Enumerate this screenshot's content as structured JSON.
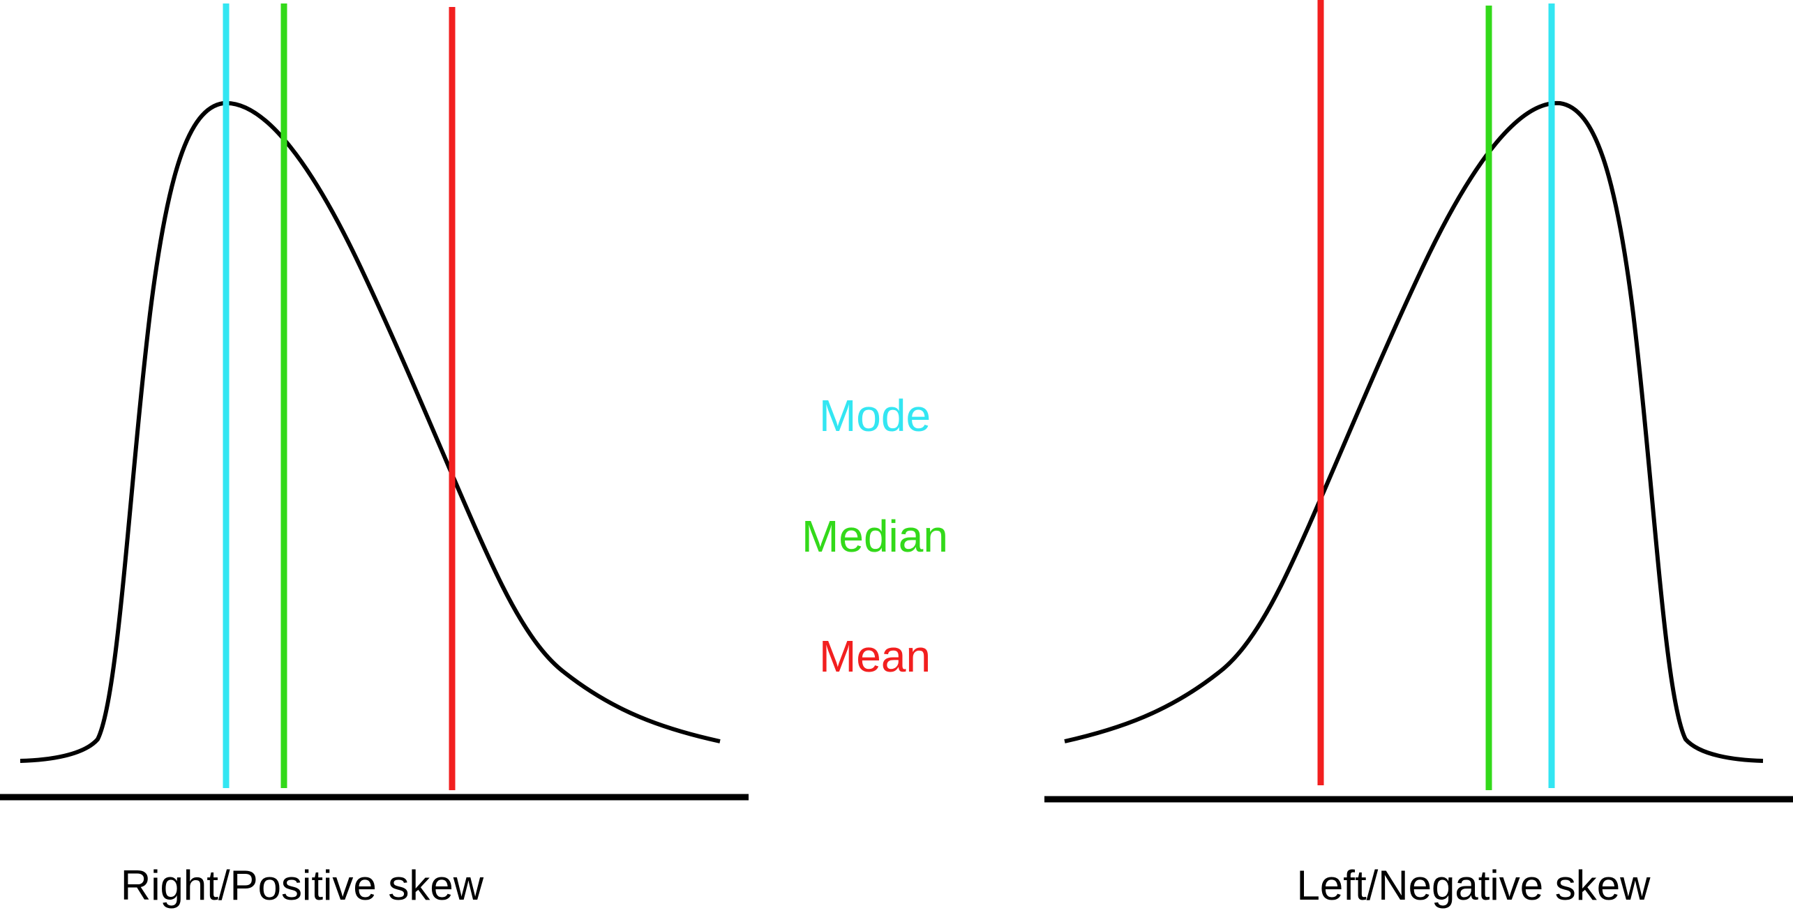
{
  "colors": {
    "mode": "#33e6f2",
    "median": "#33d91a",
    "mean": "#f21f1f",
    "curve": "#000000",
    "baseline": "#000000"
  },
  "legend": {
    "mode": "Mode",
    "median": "Median",
    "mean": "Mean"
  },
  "panels": {
    "left": {
      "caption": "Right/Positive skew"
    },
    "right": {
      "caption": "Left/Negative skew"
    }
  }
}
